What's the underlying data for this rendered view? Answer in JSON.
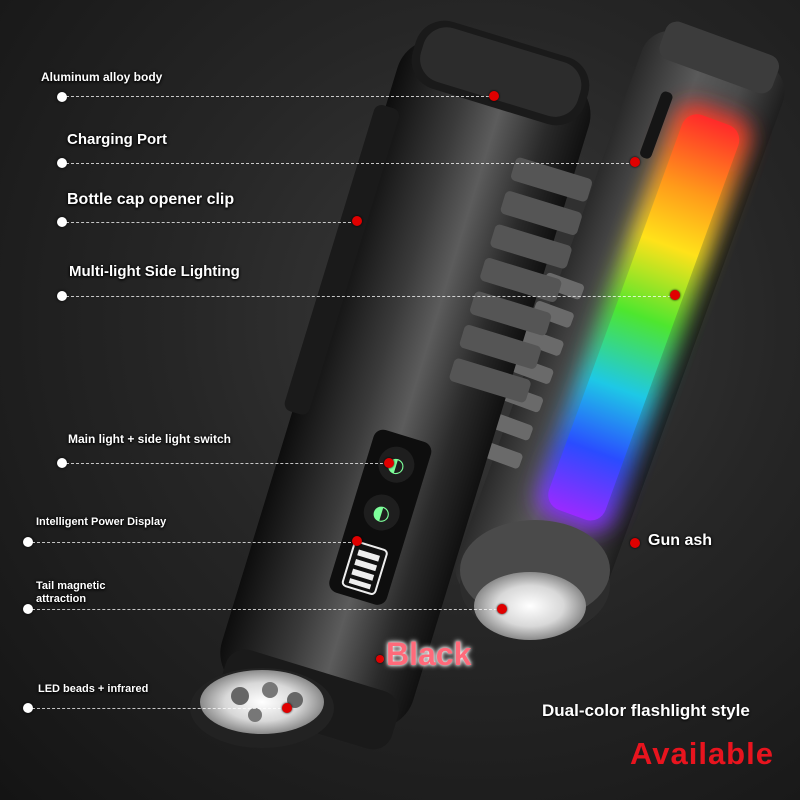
{
  "callouts": {
    "aluminum": "Aluminum alloy body",
    "charging": "Charging Port",
    "bottle": "Bottle cap opener clip",
    "multilight": "Multi-light Side Lighting",
    "switch": "Main light + side light switch",
    "power": "Intelligent Power Display",
    "tail_line1": "Tail magnetic",
    "tail_line2": "attraction",
    "led": "LED beads + infrared",
    "gun": "Gun ash"
  },
  "variant_label": "Black",
  "style_label": "Dual-color flashlight style",
  "available_label": "Available",
  "colors": {
    "accent_red": "#e8141e",
    "black_label": "#ff6a7a",
    "dot_red": "#e00000",
    "rainbow": [
      "#ff2a2a",
      "#ff9a1a",
      "#ffe21a",
      "#4ee62e",
      "#1ec8e6",
      "#2a4cff",
      "#9a2aff"
    ]
  }
}
